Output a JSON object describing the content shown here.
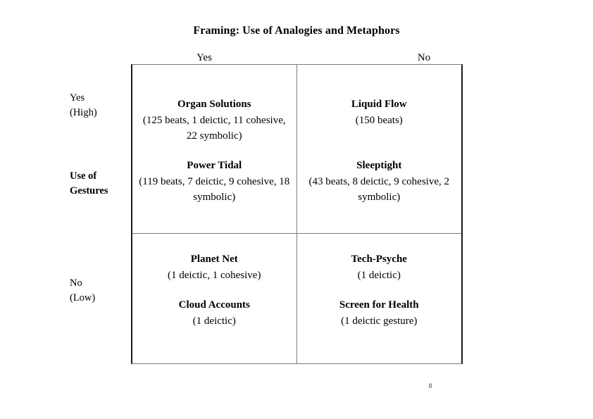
{
  "slide": {
    "title": "Framing: Use of Analogies and Metaphors",
    "page_number": "8",
    "background_color": "#ffffff",
    "text_color": "#000000",
    "border_color_outer": "#1a1a1a",
    "border_color_inner": "#7a7a7a"
  },
  "axes": {
    "column_axis_label": "Framing: Use of Analogies and Metaphors",
    "column_headers": [
      {
        "label": "Yes"
      },
      {
        "label": "No"
      }
    ],
    "row_axis_label": "Use of\nGestures",
    "row_headers": [
      {
        "label": "Yes\n(High)"
      },
      {
        "label": "No\n(Low)"
      }
    ]
  },
  "matrix": {
    "cells": [
      {
        "position": "top-left",
        "row": "Yes (High)",
        "column": "Yes",
        "entries": [
          {
            "name": "Organ Solutions",
            "detail": "(125 beats, 1 deictic, 11 cohesive, 22 symbolic)"
          },
          {
            "name": "Power Tidal",
            "detail": "(119 beats, 7 deictic, 9 cohesive, 18 symbolic)"
          }
        ]
      },
      {
        "position": "top-right",
        "row": "Yes (High)",
        "column": "No",
        "entries": [
          {
            "name": "Liquid Flow",
            "detail": "(150 beats)"
          },
          {
            "name": "Sleeptight",
            "detail": "(43 beats, 8 deictic, 9 cohesive, 2 symbolic)"
          }
        ]
      },
      {
        "position": "bottom-left",
        "row": "No (Low)",
        "column": "Yes",
        "entries": [
          {
            "name": "Planet Net",
            "detail": "(1 deictic, 1 cohesive)"
          },
          {
            "name": "Cloud Accounts",
            "detail": "(1 deictic)"
          }
        ]
      },
      {
        "position": "bottom-right",
        "row": "No (Low)",
        "column": "No",
        "entries": [
          {
            "name": "Tech-Psyche",
            "detail": "(1 deictic)"
          },
          {
            "name": "Screen for Health",
            "detail": "(1 deictic gesture)"
          }
        ]
      }
    ]
  }
}
